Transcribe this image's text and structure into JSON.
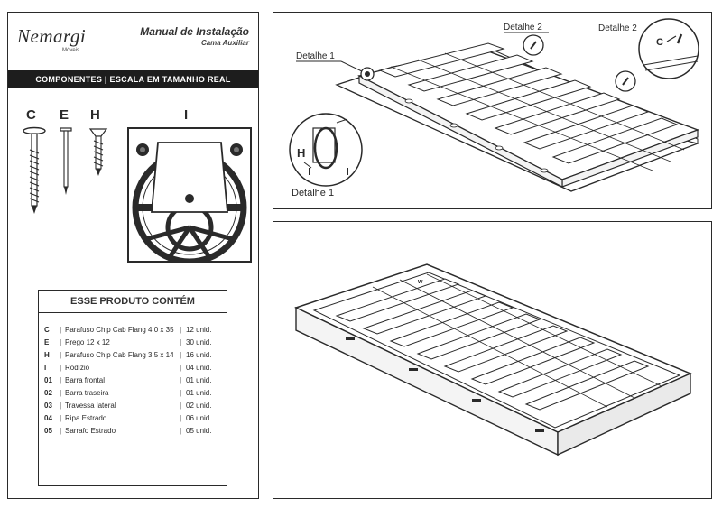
{
  "brand": {
    "name": "Nemargi",
    "subtitle": "Móveis"
  },
  "manual": {
    "title": "Manual de Instalação",
    "subtitle": "Cama Auxiliar"
  },
  "components_bar": {
    "label": "COMPONENTES | ESCALA EM TAMANHO REAL"
  },
  "components": [
    {
      "letter": "C"
    },
    {
      "letter": "E"
    },
    {
      "letter": "H"
    },
    {
      "letter": "I"
    }
  ],
  "contents": {
    "title": "ESSE PRODUTO CONTÉM",
    "items": [
      {
        "code": "C",
        "name": "Parafuso Chip Cab Flang 4,0 x 35",
        "qty": "12 unid."
      },
      {
        "code": "E",
        "name": "Prego 12 x 12",
        "qty": "30 unid."
      },
      {
        "code": "H",
        "name": "Parafuso Chip Cab Flang 3,5 x 14",
        "qty": "16 unid."
      },
      {
        "code": "I",
        "name": "Rodízio",
        "qty": "04 unid."
      },
      {
        "code": "01",
        "name": "Barra frontal",
        "qty": "01 unid."
      },
      {
        "code": "02",
        "name": "Barra traseira",
        "qty": "01 unid."
      },
      {
        "code": "03",
        "name": "Travessa lateral",
        "qty": "02 unid."
      },
      {
        "code": "04",
        "name": "Ripa Estrado",
        "qty": "06 unid."
      },
      {
        "code": "05",
        "name": "Sarrafo Estrado",
        "qty": "05 unid."
      }
    ]
  },
  "diagram_top": {
    "detail1_label": "Detalhe 1",
    "detail1_caption": "Detalhe 1",
    "detail2_label": "Detalhe 2",
    "detail2_caption": "Detalhe 2",
    "detail2_marker": "C",
    "h_marker": "H"
  },
  "colors": {
    "ink": "#2a2a2a",
    "bar": "#1d1d1d"
  }
}
